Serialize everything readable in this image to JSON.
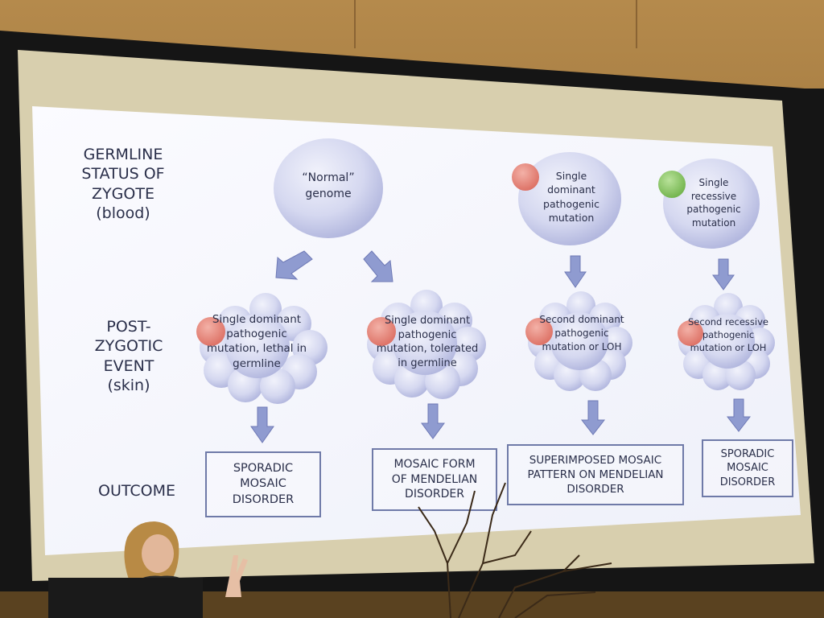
{
  "row_labels": {
    "germline": "GERMLINE\nSTATUS OF\nZYGOTE\n(blood)",
    "postzygotic": "POST-\nZYGOTIC\nEVENT\n(skin)",
    "outcome": "OUTCOME"
  },
  "germline_nodes": {
    "normal": "“Normal”\ngenome",
    "dominant": "Single\ndominant\npathogenic\nmutation",
    "recessive": "Single\nrecessive\npathogenic\nmutation"
  },
  "event_nodes": {
    "lethal": "Single dominant\npathogenic\nmutation, lethal in\ngermline",
    "tolerated": "Single dominant\npathogenic\nmutation, tolerated\nin germline",
    "second_dominant": "Second dominant\npathogenic\nmutation or LOH",
    "second_recessive": "Second recessive\npathogenic\nmutation or LOH"
  },
  "outcomes": {
    "sporadic_1": "SPORADIC\nMOSAIC\nDISORDER",
    "mosaic_form": "MOSAIC FORM\nOF MENDELIAN\nDISORDER",
    "superimposed": "SUPERIMPOSED MOSAIC\nPATTERN ON MENDELIAN\nDISORDER",
    "sporadic_2": "SPORADIC\nMOSAIC\nDISORDER"
  },
  "colors": {
    "mutation_dot_dominant": "#e8857a",
    "mutation_dot_recessive": "#8fc868",
    "cell_fill": "#c9cdea",
    "arrow_fill": "#8f9bd0",
    "slide_bg": "#f4f5fb"
  }
}
